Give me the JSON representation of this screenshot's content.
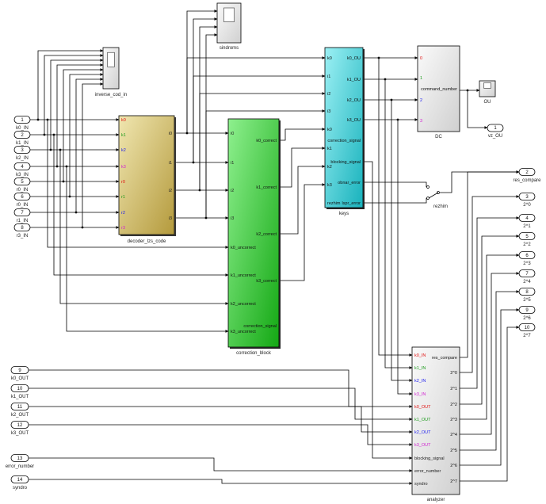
{
  "colors": {
    "decoder": "#cdbb72",
    "correction": "#3cc83c",
    "keys": "#2fc6cf",
    "dc": "#e6e6e6",
    "analyzer": "#e4e4e4",
    "red": "#e01010",
    "green": "#1a9a1a",
    "blue": "#1a1aee",
    "magenta": "#d020d0"
  },
  "inports_left": [
    {
      "num": "1",
      "name": "k0_IN"
    },
    {
      "num": "2",
      "name": "k1_IN"
    },
    {
      "num": "3",
      "name": "k2_IN"
    },
    {
      "num": "4",
      "name": "k3_IN"
    },
    {
      "num": "5",
      "name": "r0_IN"
    },
    {
      "num": "6",
      "name": "r0_IN"
    },
    {
      "num": "7",
      "name": "r1_IN"
    },
    {
      "num": "8",
      "name": "r3_IN"
    }
  ],
  "inports_bottom": [
    {
      "num": "9",
      "name": "k0_OUT"
    },
    {
      "num": "10",
      "name": "k1_OUT"
    },
    {
      "num": "11",
      "name": "k2_OUT"
    },
    {
      "num": "12",
      "name": "k3_OUT"
    },
    {
      "num": "13",
      "name": "error_number"
    },
    {
      "num": "14",
      "name": "syndro"
    }
  ],
  "outports_right": [
    {
      "num": "2",
      "name": "res_compare"
    },
    {
      "num": "3",
      "name": "2^0"
    },
    {
      "num": "4",
      "name": "2^1"
    },
    {
      "num": "5",
      "name": "2^2"
    },
    {
      "num": "6",
      "name": "2^3"
    },
    {
      "num": "7",
      "name": "2^4"
    },
    {
      "num": "8",
      "name": "2^5"
    },
    {
      "num": "9",
      "name": "2^6"
    },
    {
      "num": "10",
      "name": "2^7"
    }
  ],
  "outport_vz": {
    "num": "1",
    "name": "vz_OU"
  },
  "scopes": {
    "inverse": "inverse_cod_in",
    "sindroms": "sindroms",
    "ou": "OU"
  },
  "blocks": {
    "decoder": {
      "name": "decoder_lzs_code",
      "inputs": [
        "k0",
        "k1",
        "k2",
        "k3",
        "r0",
        "r1",
        "r2",
        "r3"
      ],
      "outputs": [
        "i0",
        "i1",
        "i2",
        "i3"
      ]
    },
    "correction": {
      "name": "correction_block",
      "top_inputs": [
        "i0",
        "i1",
        "i2",
        "i3"
      ],
      "left_inputs": [
        "k0_uncorrect",
        "k1_uncorrect",
        "k2_uncorrect",
        "k3_uncorrect"
      ],
      "outputs": [
        "k0_correct",
        "k1_correct",
        "k2_correct",
        "k3_correct",
        "correction_signal"
      ]
    },
    "keys": {
      "name": "keys",
      "inputs": [
        "k0",
        "i1",
        "i2",
        "i3",
        "k0",
        "k1",
        "k2",
        "k3",
        "rezhim"
      ],
      "outputs": [
        "k0_OU",
        "k1_OU",
        "k2_OU",
        "k3_OU",
        "correction_signal",
        "blocking_signal",
        "obnar_error",
        "lspr_error"
      ]
    },
    "dc": {
      "name": "DC",
      "inputs": [
        "0",
        "1",
        "2",
        "3"
      ],
      "output": "command_number"
    },
    "analyzer": {
      "name": "analyzer",
      "inputs": [
        "k0_IN",
        "k1_IN",
        "k2_IN",
        "k3_IN",
        "k0_OUT",
        "k1_OUT",
        "k2_OUT",
        "k3_OUT",
        "blocking_signal",
        "error_number",
        "syndro"
      ],
      "outputs": [
        "res_compare",
        "2^0",
        "2^1",
        "2^2",
        "2^3",
        "2^4",
        "2^5",
        "2^6",
        "2^7"
      ]
    },
    "switch": {
      "name": "rezhim"
    }
  }
}
